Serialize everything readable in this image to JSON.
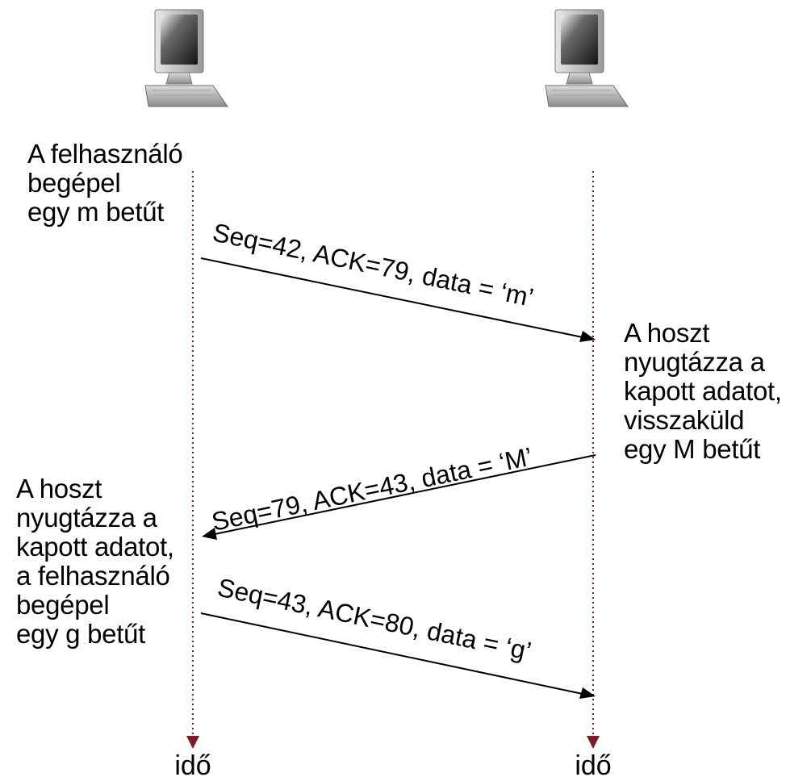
{
  "hosts": [
    {
      "name": "left-host",
      "icon": "computer-icon"
    },
    {
      "name": "right-host",
      "icon": "computer-icon"
    }
  ],
  "notes": {
    "left_top": [
      "A felhasználó",
      "begépel",
      "egy m betűt"
    ],
    "right_mid": [
      "A hoszt",
      "nyugtázza a",
      "kapott adatot,",
      "visszaküld",
      "egy M betűt"
    ],
    "left_bottom": [
      "A hoszt",
      "nyugtázza a",
      "kapott adatot,",
      "a felhasználó",
      "begépel",
      "egy g betűt"
    ]
  },
  "messages": [
    {
      "label": "Seq=42, ACK=79, data = ‘m’",
      "direction": "left-to-right"
    },
    {
      "label": "Seq=79, ACK=43, data = ‘M’",
      "direction": "right-to-left"
    },
    {
      "label": "Seq=43, ACK=80, data = ‘g’",
      "direction": "left-to-right"
    }
  ],
  "timeline_label": "idő",
  "colors": {
    "timeline": "#7a1a2a",
    "arrow": "#000000",
    "text": "#000000"
  }
}
